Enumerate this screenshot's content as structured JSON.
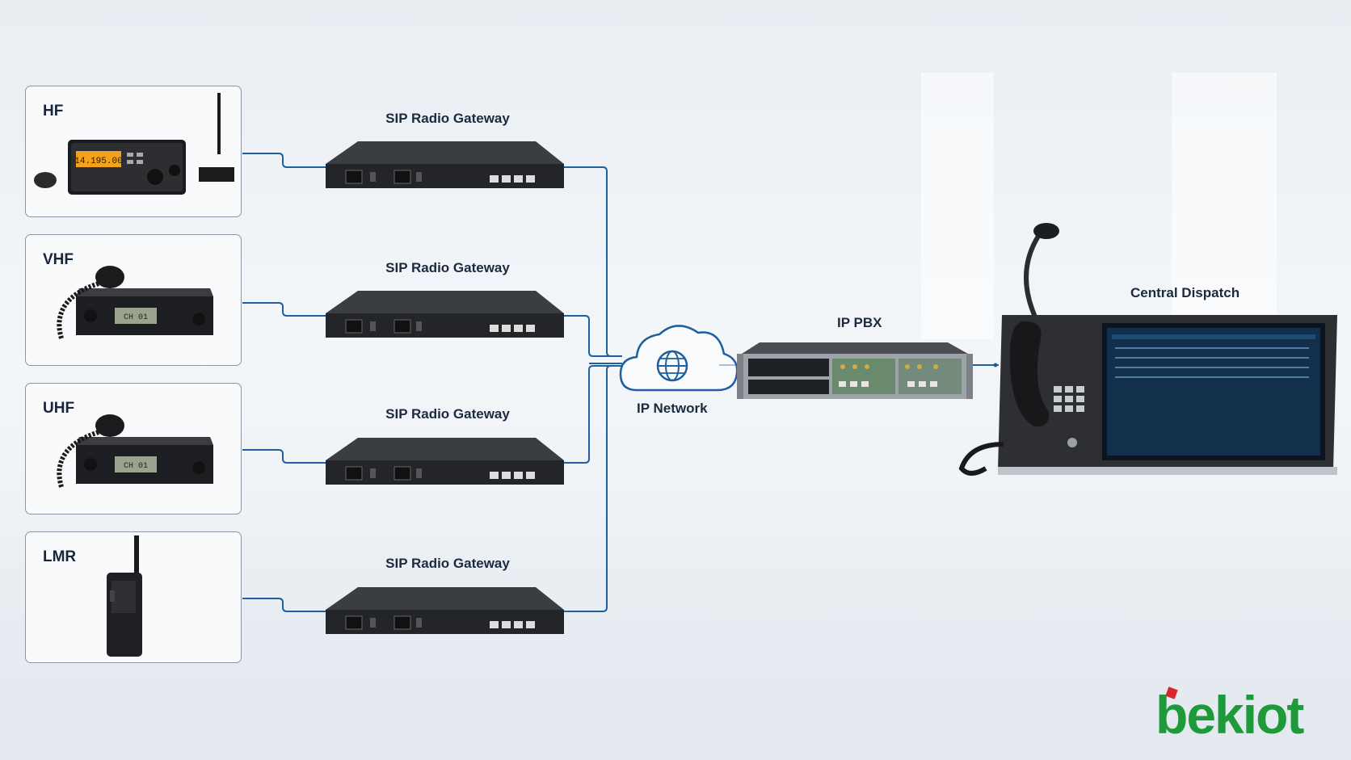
{
  "radios": [
    {
      "label": "HF",
      "device_icon": "hf-transceiver-icon"
    },
    {
      "label": "VHF",
      "device_icon": "mobile-radio-icon"
    },
    {
      "label": "UHF",
      "device_icon": "mobile-radio-icon"
    },
    {
      "label": "LMR",
      "device_icon": "handheld-radio-icon"
    }
  ],
  "gateways": [
    {
      "label": "SIP Radio Gateway"
    },
    {
      "label": "SIP Radio Gateway"
    },
    {
      "label": "SIP Radio Gateway"
    },
    {
      "label": "SIP Radio Gateway"
    }
  ],
  "network": {
    "label": "IP Network",
    "icon": "globe-cloud-icon"
  },
  "pbx": {
    "label": "IP PBX"
  },
  "dispatch": {
    "label": "Central Dispatch"
  },
  "hf_display": "14.195.00",
  "vhf_display": "CH 01",
  "uhf_display": "CH 01",
  "logo_text": "bekiot",
  "colors": {
    "line": "#1f5f9e",
    "logo": "#1e9a3a",
    "logo_accent": "#d9262b"
  }
}
